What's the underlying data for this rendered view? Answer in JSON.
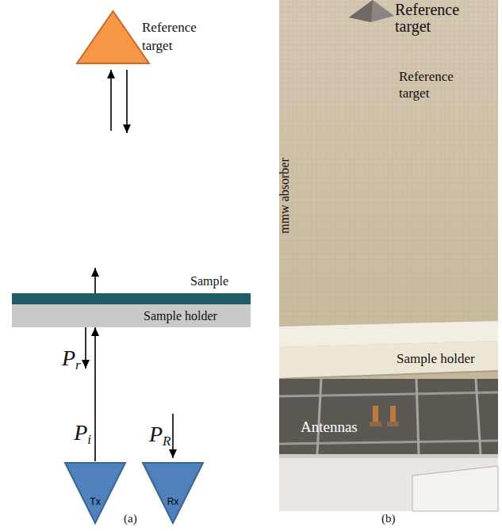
{
  "diagram": {
    "nodes": [
      {
        "text": [
          "Reference target"
        ]
      },
      {
        "text": [
          "Sample"
        ]
      },
      {
        "text": [
          "Sample holder"
        ]
      },
      {
        "text": [
          "Tx"
        ]
      },
      {
        "text": [
          "Rx"
        ]
      }
    ],
    "edges": [
      {
        "from": 3,
        "to": 2,
        "arrow": "to",
        "label": "Pi"
      }
    ],
    "labels": [
      "Pr",
      "PR",
      "(a)",
      "Reference target",
      "Reference target",
      "mmw absorber",
      "Sample holder",
      "Antennas",
      "(b)"
    ]
  }
}
